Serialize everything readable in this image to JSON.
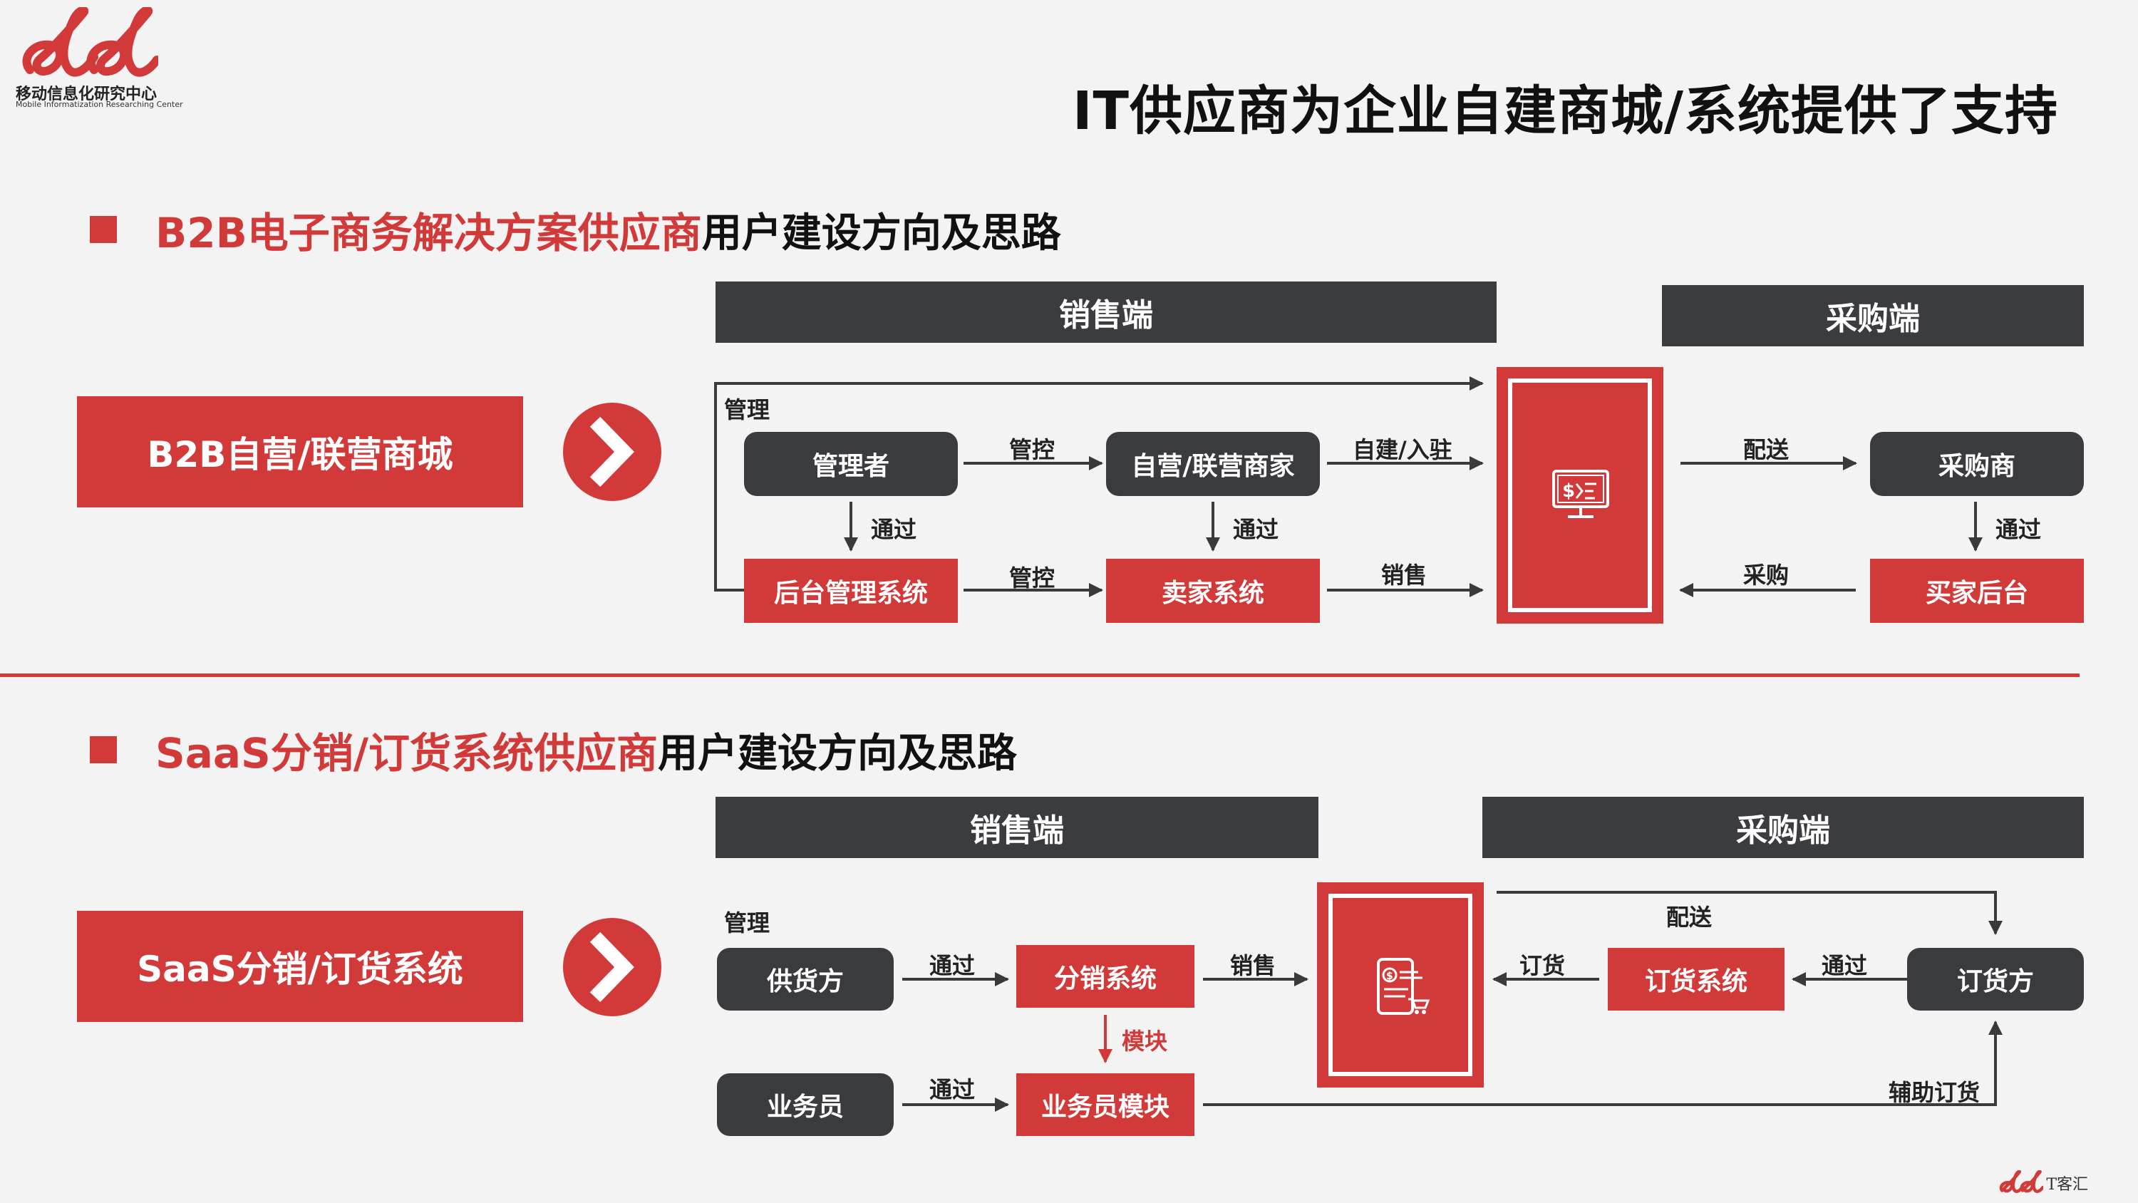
{
  "logo": {
    "cn": "移动信息化研究中心",
    "en": "Mobile Informatization Researching Center"
  },
  "title": "IT供应商为企业自建商城/系统提供了支持",
  "section1": {
    "heading_red": "B2B电子商务解决方案供应商",
    "heading_black": "用户建设方向及思路",
    "left_box": "B2B自营/联营商城",
    "sell_bar": "销售端",
    "buy_bar": "采购端",
    "manage_label": "管理",
    "nodes": {
      "manager": "管理者",
      "merchant": "自营/联营商家",
      "backend": "后台管理系统",
      "seller_sys": "卖家系统",
      "purchaser": "采购商",
      "buyer_backend": "买家后台"
    },
    "edges": {
      "control1": "管控",
      "control2": "管控",
      "via1": "通过",
      "via2": "通过",
      "via3": "通过",
      "self_build": "自建/入驻",
      "sell": "销售",
      "deliver": "配送",
      "purchase": "采购"
    }
  },
  "section2": {
    "heading_red": "SaaS分销/订货系统供应商",
    "heading_black": "用户建设方向及思路",
    "left_box": "SaaS分销/订货系统",
    "sell_bar": "销售端",
    "buy_bar": "采购端",
    "manage_label": "管理",
    "nodes": {
      "supplier": "供货方",
      "distribution": "分销系统",
      "salesman": "业务员",
      "salesman_module": "业务员模块",
      "order_sys": "订货系统",
      "orderer": "订货方"
    },
    "edges": {
      "via1": "通过",
      "via2": "通过",
      "via3": "通过",
      "sell": "销售",
      "module": "模块",
      "order": "订货",
      "deliver": "配送",
      "assist": "辅助订货"
    }
  },
  "footer_brand": "T客汇",
  "colors": {
    "accent": "#d23a3a",
    "dark": "#393b3e",
    "bg": "#f3f3f3"
  }
}
